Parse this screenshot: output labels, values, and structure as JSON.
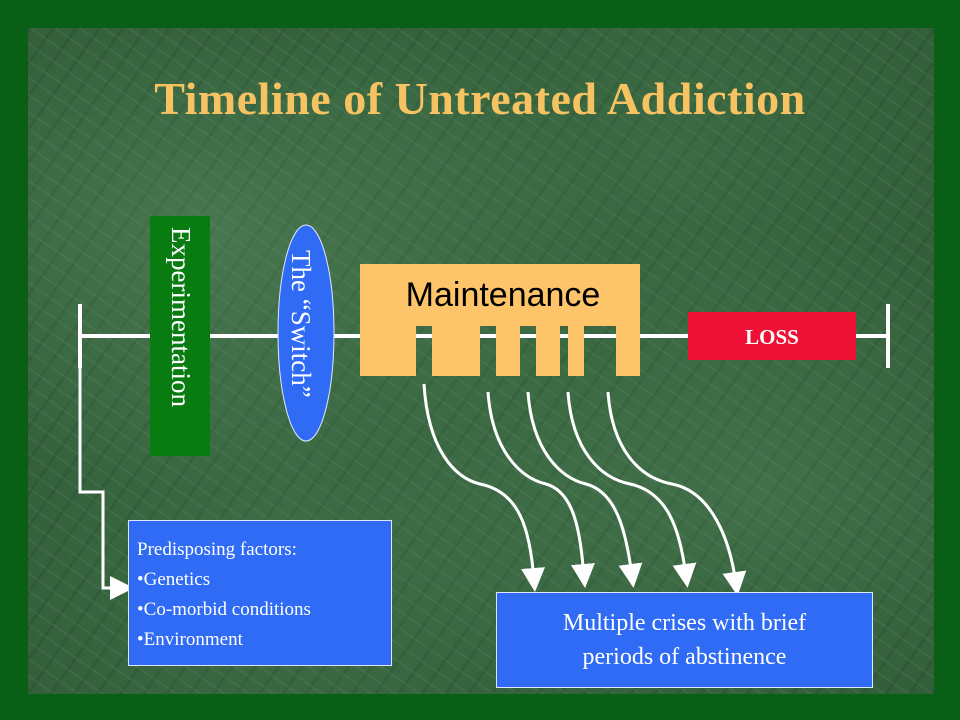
{
  "slide": {
    "title": "Timeline of Untreated Addiction"
  },
  "timeline": {
    "experimentation_label": "Experimentation",
    "switch_label": "The “Switch”",
    "maintenance_label": "Maintenance",
    "loss_label": "LOSS"
  },
  "predisposing": {
    "heading": "Predisposing factors:",
    "items": [
      "•Genetics",
      "•Co-morbid conditions",
      "•Environment"
    ]
  },
  "crises": {
    "line1": "Multiple crises with brief",
    "line2": "periods of abstinence"
  },
  "colors": {
    "title": "#f7c362",
    "maintenance": "#fdc46a",
    "experimentation": "#087c10",
    "switch": "#2f6bf4",
    "loss": "#ef1035",
    "boxes": "#2f6bf4"
  }
}
